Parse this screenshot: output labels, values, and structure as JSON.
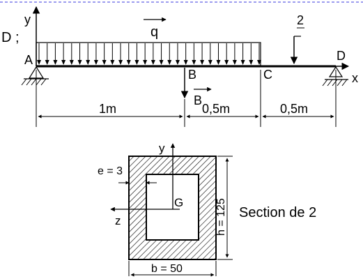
{
  "header": {
    "leading_text": "D ;"
  },
  "beam": {
    "points": {
      "a": "A",
      "b": "B",
      "c": "C",
      "d": "D"
    },
    "axes": {
      "x": "x",
      "y": "y"
    },
    "distributed_load": {
      "label": "q",
      "vector_arrow": true
    },
    "point_load_b": {
      "label": "B",
      "vector_arrow": true
    },
    "point_load_c": {
      "label": "2"
    },
    "dimensions": [
      {
        "label": "1m"
      },
      {
        "label": "0,5m"
      },
      {
        "label": "0,5m"
      }
    ]
  },
  "section": {
    "axes": {
      "y": "y",
      "z": "z"
    },
    "centroid": "G",
    "thickness": "e = 3",
    "height": "h = 125",
    "width": "b = 50",
    "caption": "Section de 2"
  }
}
